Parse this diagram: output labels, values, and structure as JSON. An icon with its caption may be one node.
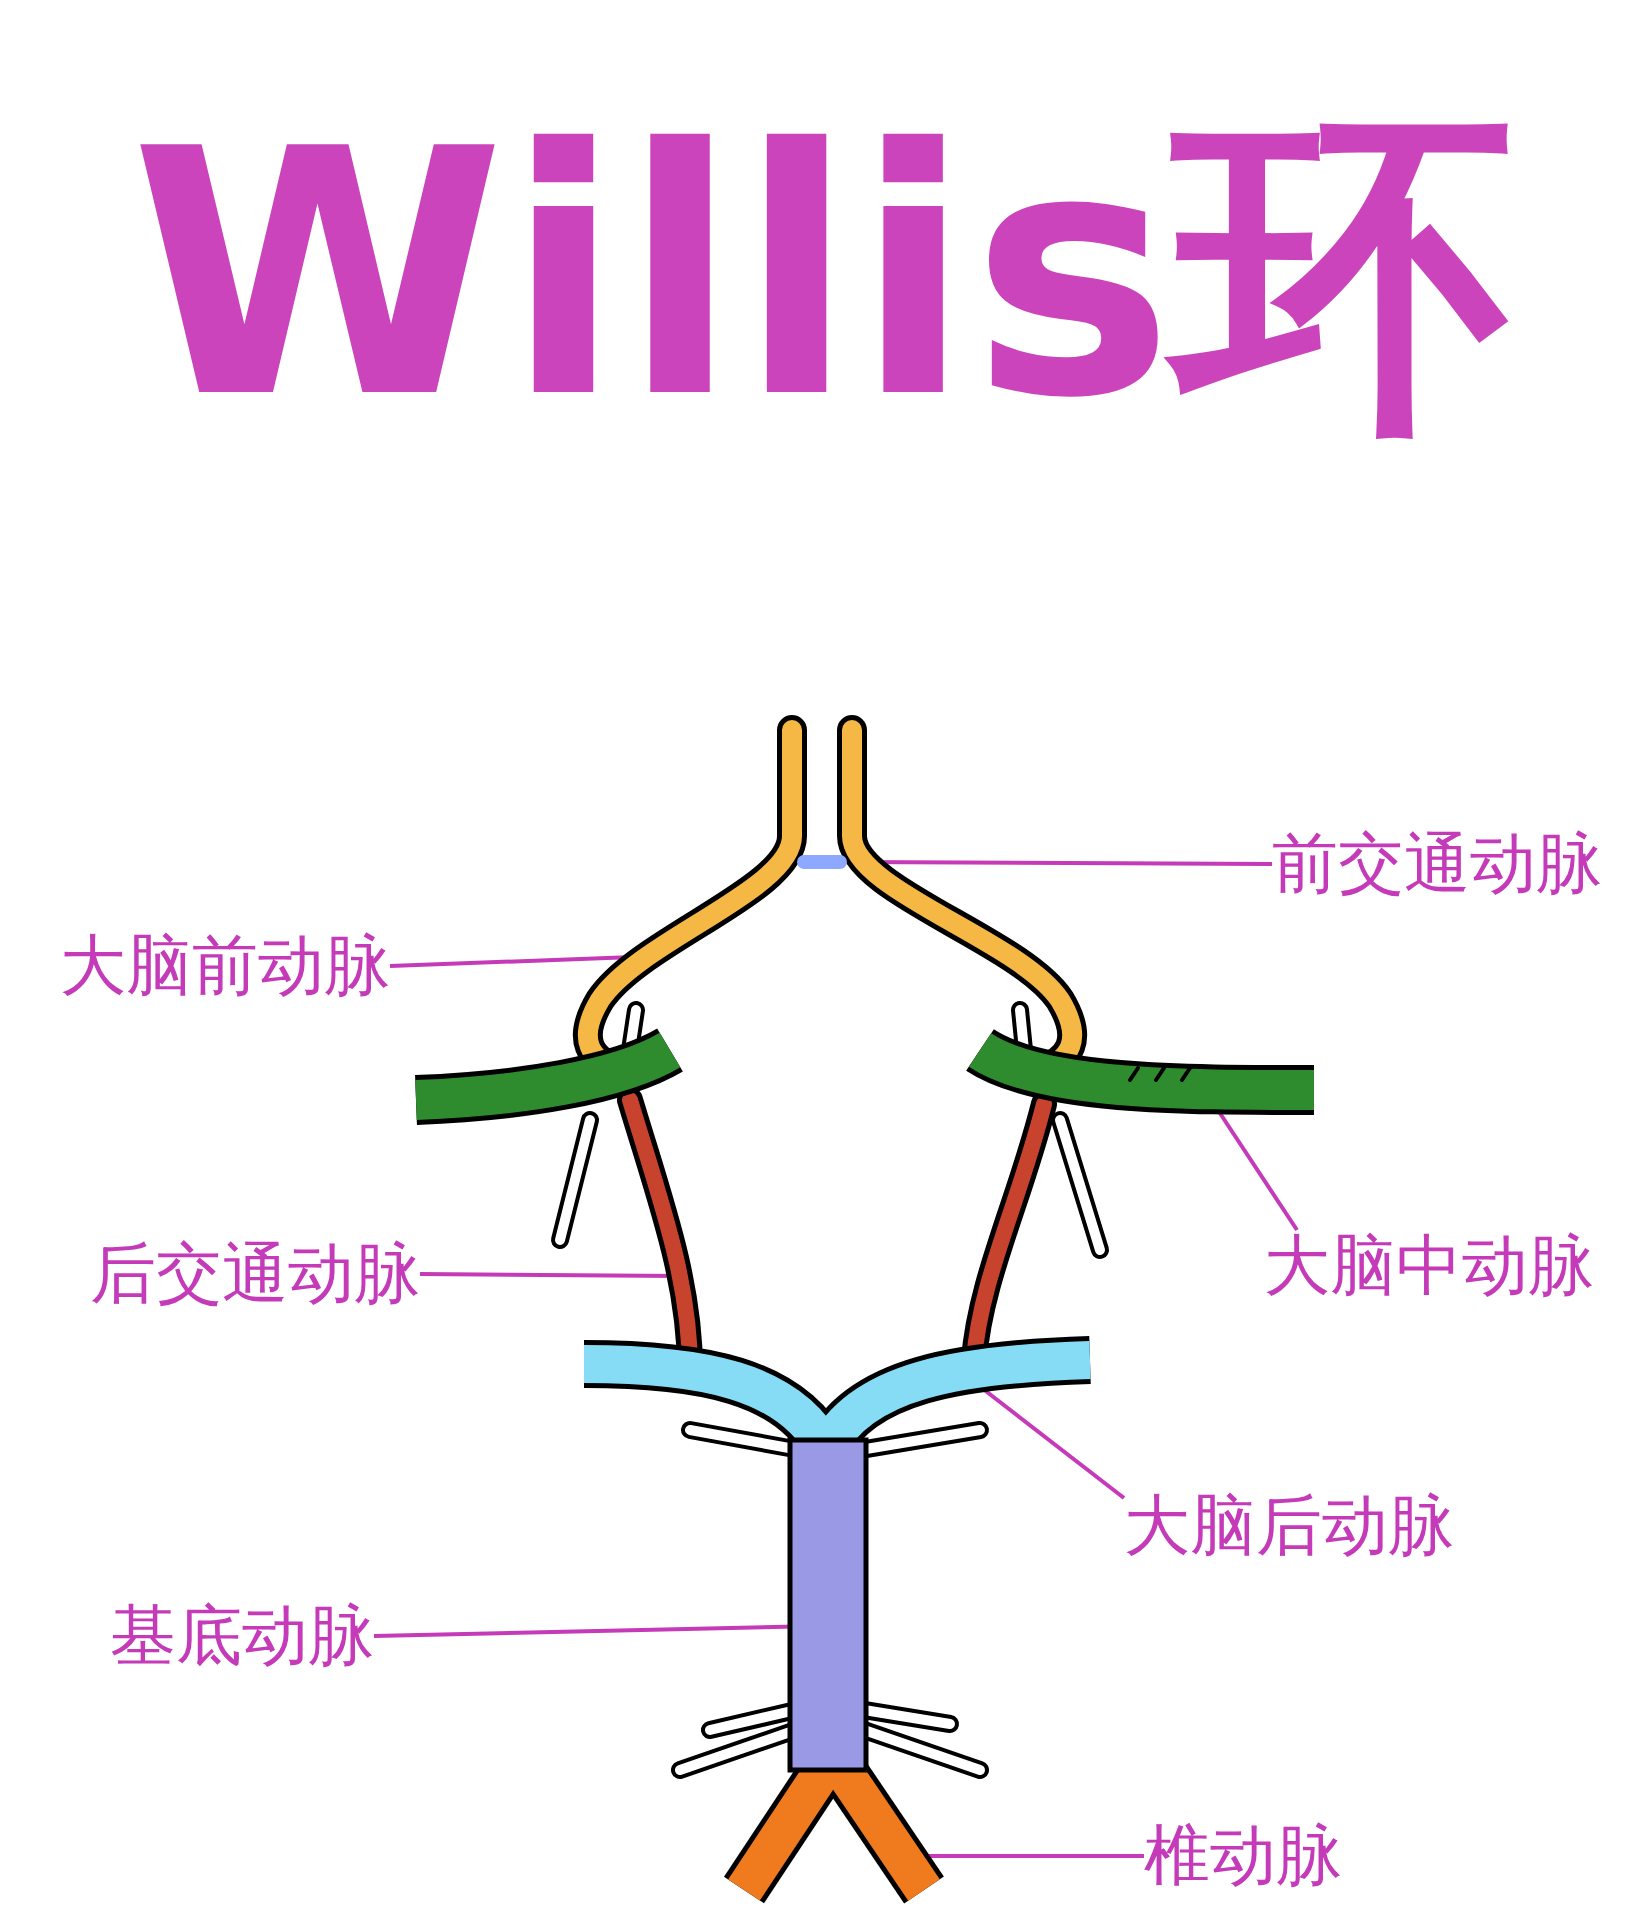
{
  "diagram": {
    "title": "Willis环",
    "nodes": [
      {
        "text": [
          "前交通动脉"
        ]
      },
      {
        "text": [
          "大脑前动脉"
        ]
      },
      {
        "text": [
          "大脑中动脉"
        ]
      },
      {
        "text": [
          "后交通动脉"
        ]
      },
      {
        "text": [
          "大脑后动脉"
        ]
      },
      {
        "text": [
          "基底动脉"
        ]
      },
      {
        "text": [
          "椎动脉"
        ]
      }
    ],
    "edges": [
      {
        "from": 0,
        "to": null,
        "arrow": "none"
      },
      {
        "from": 1,
        "to": null,
        "arrow": "none"
      },
      {
        "from": 2,
        "to": null,
        "arrow": "none"
      },
      {
        "from": 3,
        "to": null,
        "arrow": "none"
      },
      {
        "from": 4,
        "to": null,
        "arrow": "none"
      },
      {
        "from": 5,
        "to": null,
        "arrow": "none"
      },
      {
        "from": 6,
        "to": null,
        "arrow": "none"
      }
    ]
  }
}
